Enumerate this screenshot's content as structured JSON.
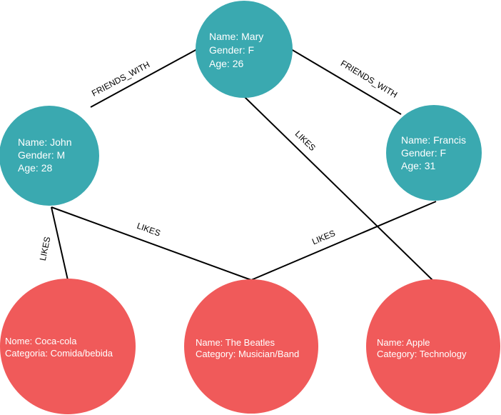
{
  "colors": {
    "person": "#3aa9b0",
    "item": "#f05a5a",
    "edge": "#000000",
    "node_text": "#ffffff"
  },
  "nodes": {
    "mary": {
      "lines": [
        "Name: Mary",
        "Gender: F",
        "Age: 26"
      ]
    },
    "john": {
      "lines": [
        "Name: John",
        "Gender: M",
        "Age: 28"
      ]
    },
    "francis": {
      "lines": [
        "Name: Francis",
        "Gender: F",
        "Age: 31"
      ]
    },
    "cocacola": {
      "lines": [
        "Nome: Coca-cola",
        "Categoria: Comida/bebida"
      ]
    },
    "beatles": {
      "lines": [
        "Name: The Beatles",
        "Category: Musician/Band"
      ]
    },
    "apple": {
      "lines": [
        "Name: Apple",
        "Category: Technology"
      ]
    }
  },
  "edges": {
    "john_mary": {
      "label": "FRIENDS_WITH"
    },
    "mary_francis": {
      "label": "FRIENDS_WITH"
    },
    "mary_apple": {
      "label": "LIKES"
    },
    "john_cocacola": {
      "label": "LIKES"
    },
    "john_beatles": {
      "label": "LIKES"
    },
    "francis_beatles": {
      "label": "LIKES"
    }
  }
}
